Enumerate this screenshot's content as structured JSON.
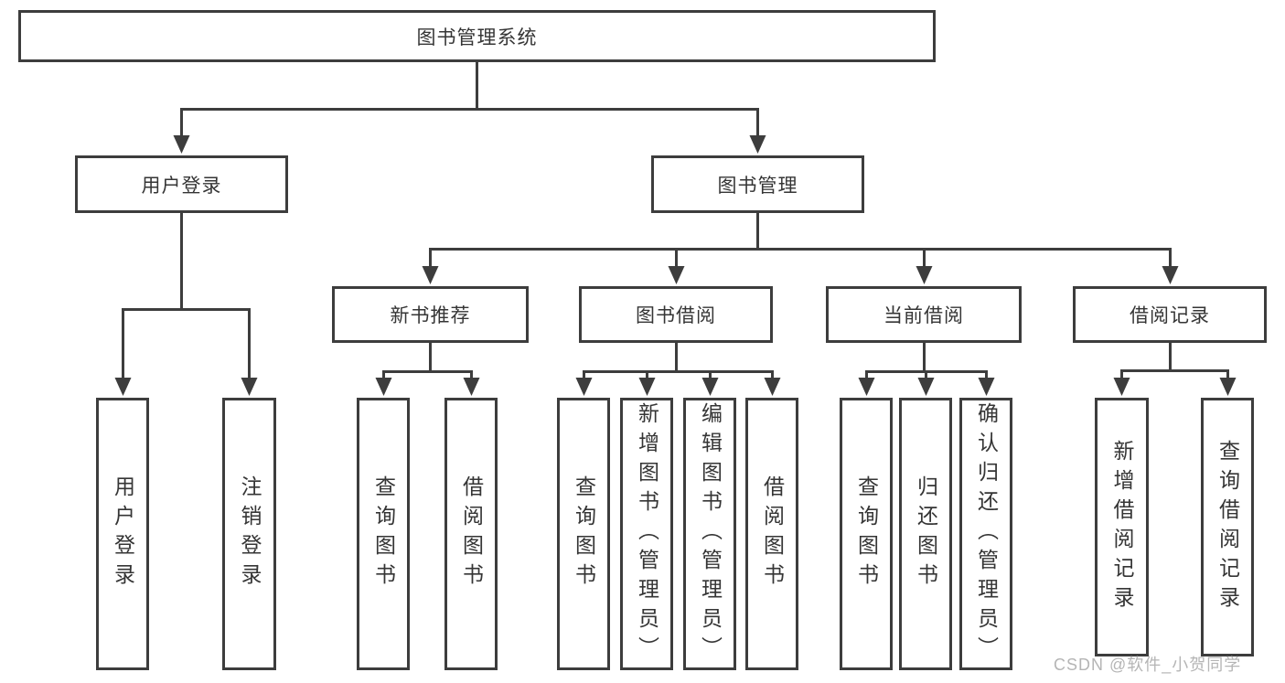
{
  "diagram": {
    "root": {
      "label": "图书管理系统"
    },
    "branches": {
      "user_login": {
        "label": "用户登录",
        "children": [
          "用户登录",
          "注销登录"
        ]
      },
      "book_mgmt": {
        "label": "图书管理"
      },
      "new_books": {
        "label": "新书推荐",
        "children": [
          "查询图书",
          "借阅图书"
        ]
      },
      "book_borrow": {
        "label": "图书借阅",
        "children": [
          "查询图书",
          "新增图书（管理员）",
          "编辑图书（管理员）",
          "借阅图书"
        ]
      },
      "current_borrow": {
        "label": "当前借阅",
        "children": [
          "查询图书",
          "归还图书",
          "确认归还（管理员）"
        ]
      },
      "borrow_record": {
        "label": "借阅记录",
        "children": [
          "新增借阅记录",
          "查询借阅记录"
        ]
      }
    }
  },
  "watermark": "CSDN @软件_小贺同学",
  "colors": {
    "line": "#3d3d3d",
    "text": "#353535",
    "watermark": "#b5b5b5",
    "background": "#ffffff"
  }
}
